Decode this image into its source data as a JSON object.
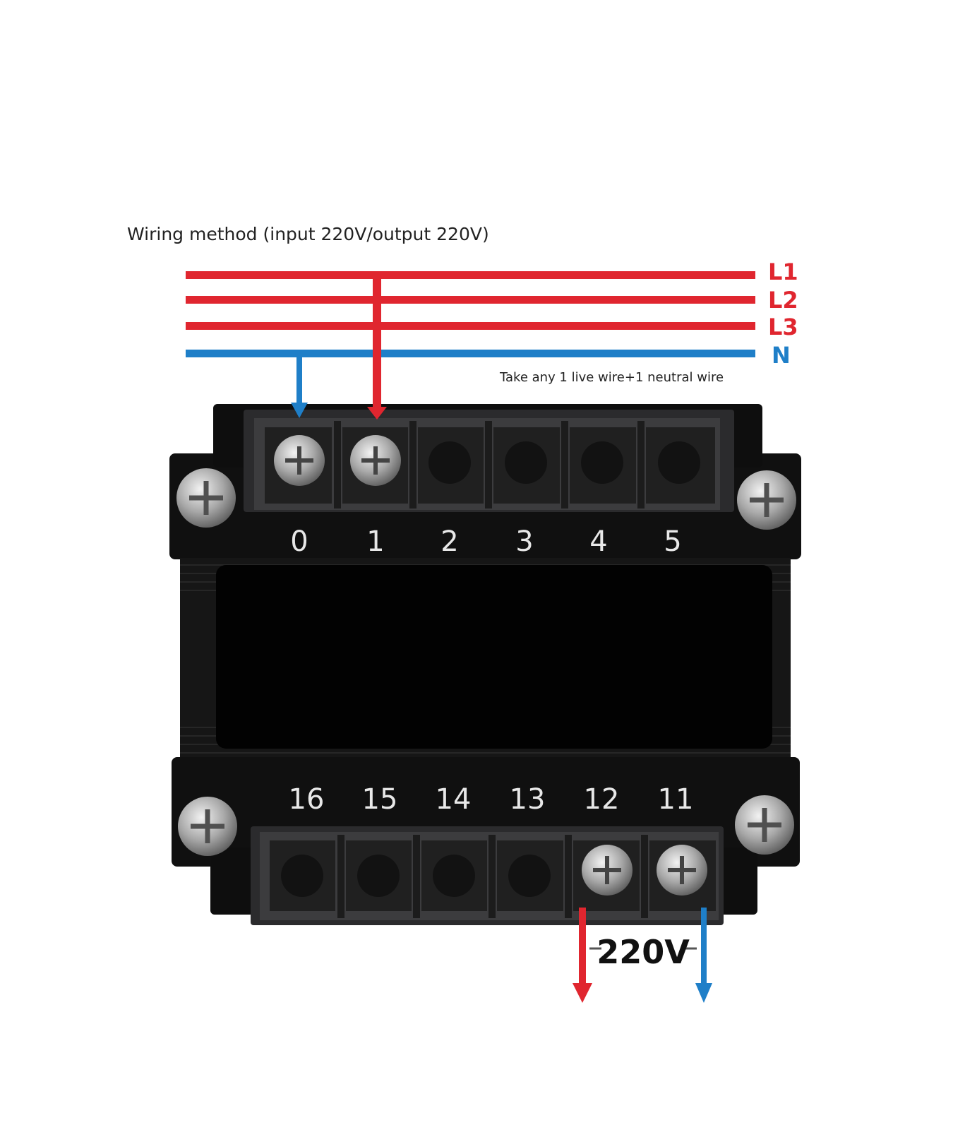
{
  "title": "Wiring method (input 220V/output 220V)",
  "note": "Take any 1 live wire+1 neutral wire",
  "output_voltage": "220V",
  "lines": [
    {
      "label": "L1",
      "color": "#e0262f"
    },
    {
      "label": "L2",
      "color": "#e0262f"
    },
    {
      "label": "L3",
      "color": "#e0262f"
    },
    {
      "label": "N",
      "color": "#1f7fc8"
    }
  ],
  "top_terminals": [
    {
      "label": "0",
      "wired": true
    },
    {
      "label": "1",
      "wired": true
    },
    {
      "label": "2",
      "wired": false
    },
    {
      "label": "3",
      "wired": false
    },
    {
      "label": "4",
      "wired": false
    },
    {
      "label": "5",
      "wired": false
    }
  ],
  "bottom_terminals": [
    {
      "label": "16",
      "wired": false
    },
    {
      "label": "15",
      "wired": false
    },
    {
      "label": "14",
      "wired": false
    },
    {
      "label": "13",
      "wired": false
    },
    {
      "label": "12",
      "wired": true
    },
    {
      "label": "11",
      "wired": true
    }
  ],
  "colors": {
    "live": "#e0262f",
    "neutral": "#1f7fc8",
    "body": "#0b0b0b",
    "terminal_block": "#3c3c3e",
    "label_text": "#e8e8e8"
  }
}
